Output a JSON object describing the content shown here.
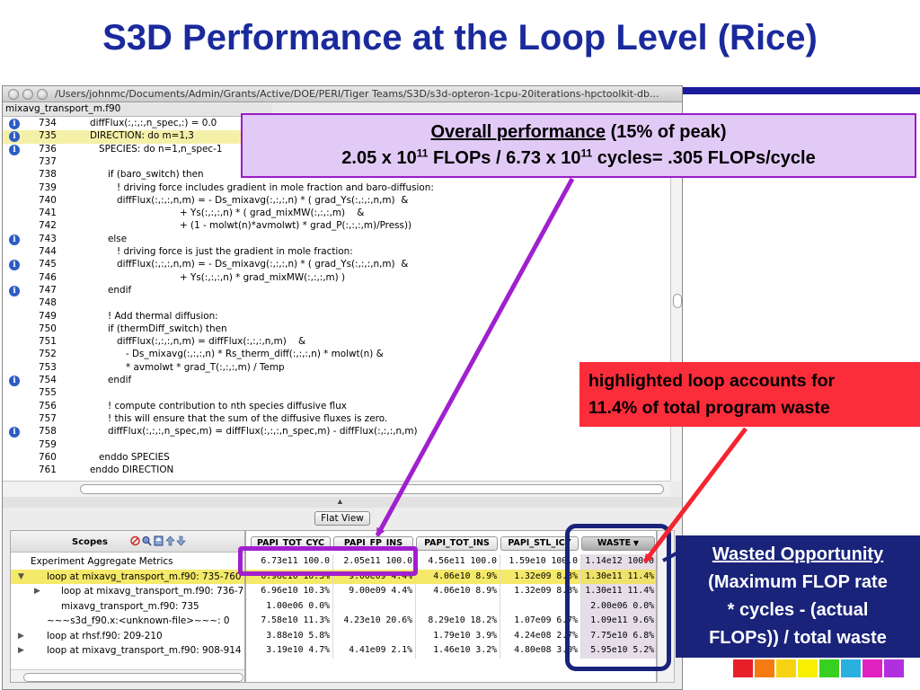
{
  "slide": {
    "title": "S3D Performance at the Loop Level (Rice)"
  },
  "window": {
    "path": "/Users/johnmc/Documents/Admin/Grants/Active/DOE/PERI/Tiger Teams/S3D/s3d-opteron-1cpu-20iterations-hpctoolkit-db...",
    "file_tab": "mixavg_transport_m.f90"
  },
  "code": {
    "lines": [
      {
        "n": "734",
        "t": "diffFlux(:,:,:,n_spec,:) = 0.0",
        "i": true,
        "hl": false,
        "ind": 0
      },
      {
        "n": "735",
        "t": "DIRECTION: do m=1,3",
        "i": true,
        "hl": true,
        "ind": 0
      },
      {
        "n": "736",
        "t": "SPECIES: do n=1,n_spec-1",
        "i": true,
        "hl": false,
        "ind": 1
      },
      {
        "n": "737",
        "t": "",
        "i": false,
        "hl": false,
        "ind": 0
      },
      {
        "n": "738",
        "t": "if (baro_switch) then",
        "i": false,
        "hl": false,
        "ind": 2
      },
      {
        "n": "739",
        "t": "! driving force includes gradient in mole fraction and baro-diffusion:",
        "i": false,
        "hl": false,
        "ind": 3
      },
      {
        "n": "740",
        "t": "diffFlux(:,:,:,n,m) = - Ds_mixavg(:,:,:,n) * ( grad_Ys(:,:,:,n,m)  &",
        "i": false,
        "hl": false,
        "ind": 3
      },
      {
        "n": "741",
        "t": "+ Ys(:,:,:,n) * ( grad_mixMW(:,:,:,m)    &",
        "i": false,
        "hl": false,
        "ind": 10
      },
      {
        "n": "742",
        "t": "+ (1 - molwt(n)*avmolwt) * grad_P(:,:,:,m)/Press))",
        "i": false,
        "hl": false,
        "ind": 10
      },
      {
        "n": "743",
        "t": "else",
        "i": true,
        "hl": false,
        "ind": 2
      },
      {
        "n": "744",
        "t": "! driving force is just the gradient in mole fraction:",
        "i": false,
        "hl": false,
        "ind": 3
      },
      {
        "n": "745",
        "t": "diffFlux(:,:,:,n,m) = - Ds_mixavg(:,:,:,n) * ( grad_Ys(:,:,:,n,m)  &",
        "i": true,
        "hl": false,
        "ind": 3
      },
      {
        "n": "746",
        "t": "+ Ys(:,:,:,n) * grad_mixMW(:,:,:,m) )",
        "i": false,
        "hl": false,
        "ind": 10
      },
      {
        "n": "747",
        "t": "endif",
        "i": true,
        "hl": false,
        "ind": 2
      },
      {
        "n": "748",
        "t": "",
        "i": false,
        "hl": false,
        "ind": 0
      },
      {
        "n": "749",
        "t": "! Add thermal diffusion:",
        "i": false,
        "hl": false,
        "ind": 2
      },
      {
        "n": "750",
        "t": "if (thermDiff_switch) then",
        "i": false,
        "hl": false,
        "ind": 2
      },
      {
        "n": "751",
        "t": "diffFlux(:,:,:,n,m) = diffFlux(:,:,:,n,m)    &",
        "i": false,
        "hl": false,
        "ind": 3
      },
      {
        "n": "752",
        "t": "- Ds_mixavg(:,:,:,n) * Rs_therm_diff(:,:,:,n) * molwt(n) &",
        "i": false,
        "hl": false,
        "ind": 4
      },
      {
        "n": "753",
        "t": "* avmolwt * grad_T(:,:,:,m) / Temp",
        "i": false,
        "hl": false,
        "ind": 4
      },
      {
        "n": "754",
        "t": "endif",
        "i": true,
        "hl": false,
        "ind": 2
      },
      {
        "n": "755",
        "t": "",
        "i": false,
        "hl": false,
        "ind": 0
      },
      {
        "n": "756",
        "t": "! compute contribution to nth species diffusive flux",
        "i": false,
        "hl": false,
        "ind": 2
      },
      {
        "n": "757",
        "t": "! this will ensure that the sum of the diffusive fluxes is zero.",
        "i": false,
        "hl": false,
        "ind": 2
      },
      {
        "n": "758",
        "t": "diffFlux(:,:,:,n_spec,m) = diffFlux(:,:,:,n_spec,m) - diffFlux(:,:,:,n,m)",
        "i": true,
        "hl": false,
        "ind": 2
      },
      {
        "n": "759",
        "t": "",
        "i": false,
        "hl": false,
        "ind": 0
      },
      {
        "n": "760",
        "t": "enddo SPECIES",
        "i": false,
        "hl": false,
        "ind": 1
      },
      {
        "n": "761",
        "t": "enddo DIRECTION",
        "i": false,
        "hl": false,
        "ind": 0
      }
    ]
  },
  "toolbar": {
    "flat_view_label": "Flat View"
  },
  "scopes": {
    "header": "Scopes",
    "rows": [
      {
        "label": "Experiment Aggregate Metrics",
        "tri": "",
        "indent": 0,
        "sel": false
      },
      {
        "label": "loop at mixavg_transport_m.f90: 735-760",
        "tri": "▼",
        "indent": 1,
        "sel": true
      },
      {
        "label": "loop at mixavg_transport_m.f90: 736-7",
        "tri": "▶",
        "indent": 2,
        "sel": false
      },
      {
        "label": "mixavg_transport_m.f90: 735",
        "tri": "",
        "indent": 2,
        "sel": false
      },
      {
        "label": "~~~s3d_f90.x:<unknown-file>~~~: 0",
        "tri": "",
        "indent": 1,
        "sel": false
      },
      {
        "label": "loop at rhsf.f90: 209-210",
        "tri": "▶",
        "indent": 1,
        "sel": false
      },
      {
        "label": "loop at mixavg_transport_m.f90: 908-914",
        "tri": "▶",
        "indent": 1,
        "sel": false
      }
    ]
  },
  "metrics": {
    "headers": [
      "PAPI_TOT_CYC",
      "PAPI_FP_INS",
      "PAPI_TOT_INS",
      "PAPI_STL_ICY",
      "WASTE"
    ],
    "sort_icon": "sort-descending-icon",
    "rows": [
      [
        "6.73e11 100.0",
        "2.05e11 100.0",
        "4.56e11 100.0",
        "1.59e10 100.0",
        "1.14e12 100.0"
      ],
      [
        "6.96e10 10.3%",
        "9.00e09 4.4%",
        "4.06e10 8.9%",
        "1.32e09 8.3%",
        "1.30e11 11.4%"
      ],
      [
        "6.96e10 10.3%",
        "9.00e09 4.4%",
        "4.06e10 8.9%",
        "1.32e09 8.3%",
        "1.30e11 11.4%"
      ],
      [
        "1.00e06 0.0%",
        "",
        "",
        "",
        "2.00e06 0.0%"
      ],
      [
        "7.58e10 11.3%",
        "4.23e10 20.6%",
        "8.29e10 18.2%",
        "1.07e09 6.7%",
        "1.09e11 9.6%"
      ],
      [
        "3.88e10 5.8%",
        "",
        "1.79e10 3.9%",
        "4.24e08 2.7%",
        "7.75e10 6.8%"
      ],
      [
        "3.19e10 4.7%",
        "4.41e09 2.1%",
        "1.46e10 3.2%",
        "4.80e08 3.0%",
        "5.95e10 5.2%"
      ]
    ]
  },
  "annotations": {
    "overall_head": "Overall performance",
    "overall_peak": " (15% of peak)",
    "overall_a": "2.05 x 10",
    "overall_exp1": "11",
    "overall_b": " FLOPs / 6.73 x 10",
    "overall_exp2": "11",
    "overall_c": " cycles= .305 FLOPs/cycle",
    "highlight_1": "highlighted loop accounts for",
    "highlight_2": "11.4% of total program waste",
    "wasted_1": "Wasted Opportunity",
    "wasted_2": "(Maximum FLOP rate",
    "wasted_3": "* cycles - (actual",
    "wasted_4": "FLOPs)) / total waste"
  },
  "colors": {
    "title": "#1a2a9c",
    "purple": "#a11fcf",
    "red": "#f5242f",
    "navy": "#19237a",
    "highlight_row": "#f5e96a"
  }
}
